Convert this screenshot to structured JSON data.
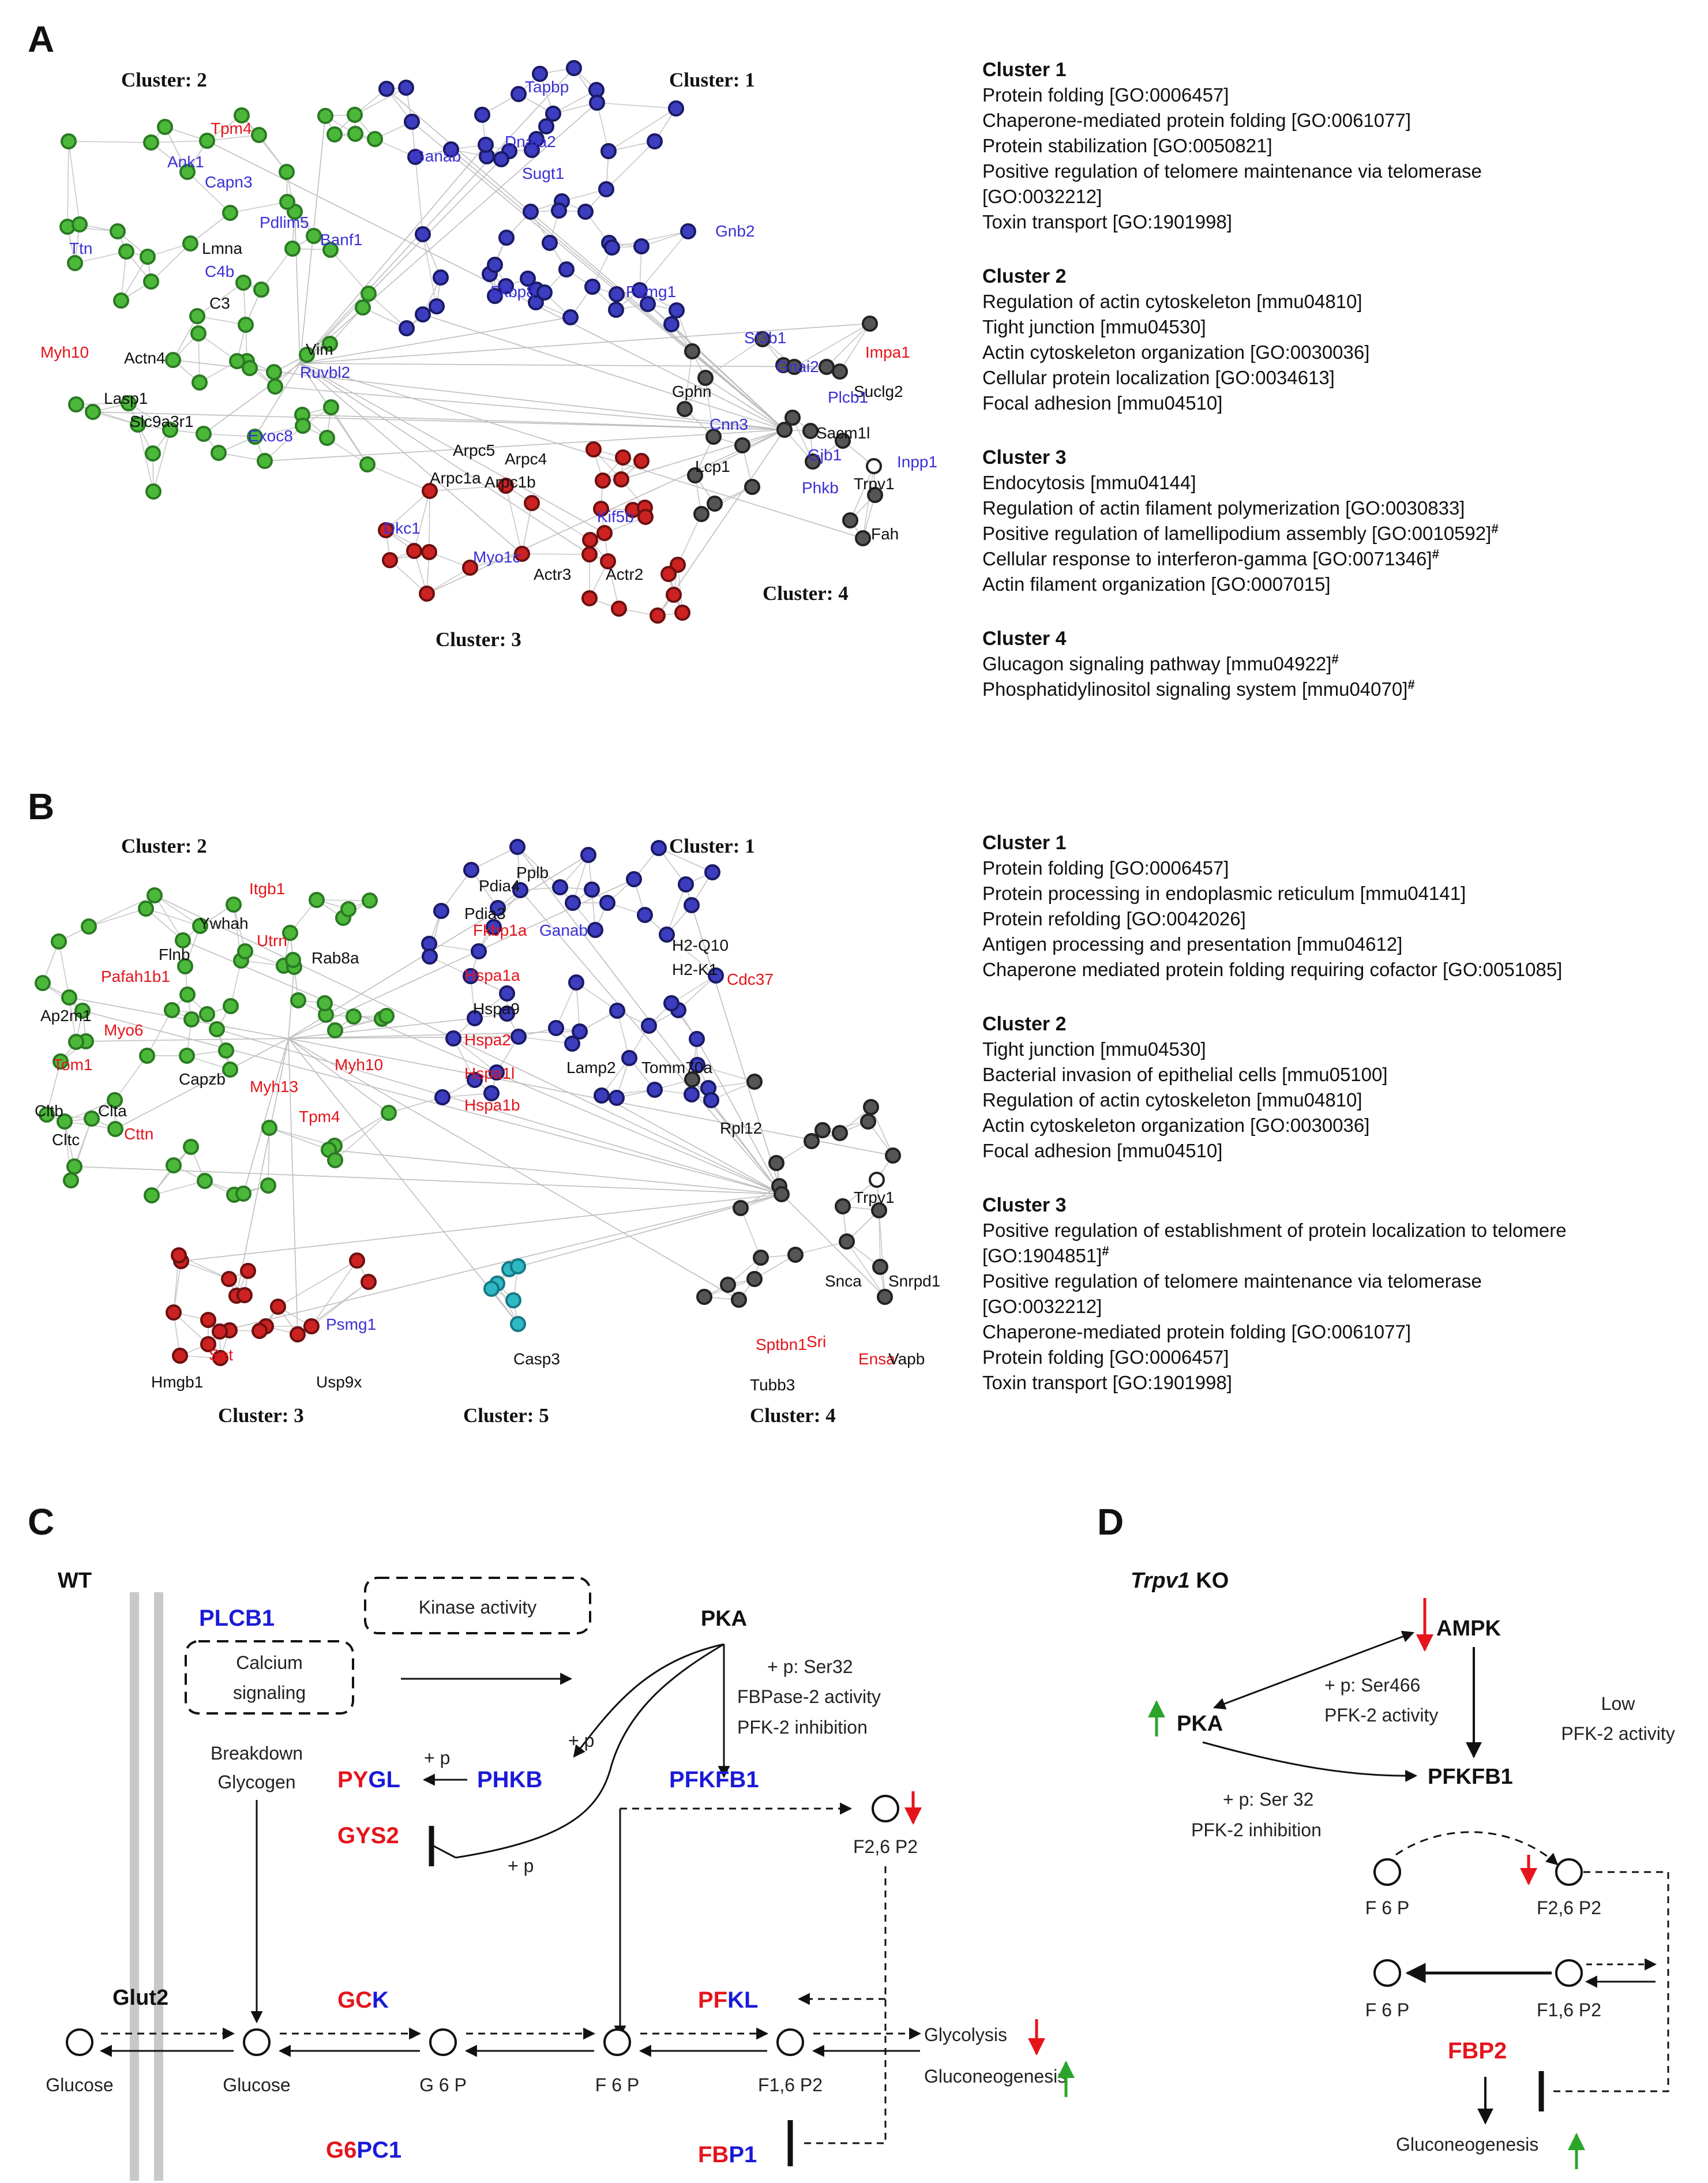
{
  "panels": {
    "A": {
      "label": "A",
      "cluster_titles": [
        "Cluster: 2",
        "Cluster: 1",
        "Cluster: 3",
        "Cluster: 4"
      ],
      "genes": [
        {
          "t": "Tpm4",
          "c": "rd"
        },
        {
          "t": "Ank1",
          "c": "bl"
        },
        {
          "t": "Capn3",
          "c": "bl"
        },
        {
          "t": "Ttn",
          "c": "bl"
        },
        {
          "t": "Banf1",
          "c": "bl"
        },
        {
          "t": "Lmna",
          "c": "bk"
        },
        {
          "t": "Pdlim5",
          "c": "bl"
        },
        {
          "t": "C4b",
          "c": "bl"
        },
        {
          "t": "C3",
          "c": "bk"
        },
        {
          "t": "Myh10",
          "c": "rd"
        },
        {
          "t": "Vim",
          "c": "bk"
        },
        {
          "t": "Actn4",
          "c": "bk"
        },
        {
          "t": "Ruvbl2",
          "c": "bl"
        },
        {
          "t": "Lasp1",
          "c": "bk"
        },
        {
          "t": "Slc9a3r1",
          "c": "bk"
        },
        {
          "t": "Exoc8",
          "c": "bl"
        },
        {
          "t": "Tapbp",
          "c": "bl"
        },
        {
          "t": "Ganab",
          "c": "bl"
        },
        {
          "t": "Dnaja2",
          "c": "bl"
        },
        {
          "t": "Sugt1",
          "c": "bl"
        },
        {
          "t": "Gnb2",
          "c": "bl"
        },
        {
          "t": "Fkbp8",
          "c": "bl"
        },
        {
          "t": "Psmg1",
          "c": "bl"
        },
        {
          "t": "Sf3b1",
          "c": "bl"
        },
        {
          "t": "Gnai2",
          "c": "bl"
        },
        {
          "t": "Impa1",
          "c": "rd"
        },
        {
          "t": "Gphn",
          "c": "bk"
        },
        {
          "t": "Suclg2",
          "c": "bk"
        },
        {
          "t": "Cnn3",
          "c": "bl"
        },
        {
          "t": "Plcb1",
          "c": "bl"
        },
        {
          "t": "Sacm1l",
          "c": "bk"
        },
        {
          "t": "Gjb1",
          "c": "bl"
        },
        {
          "t": "Inpp1",
          "c": "bl"
        },
        {
          "t": "Lcp1",
          "c": "bk"
        },
        {
          "t": "Trpv1",
          "c": "bk"
        },
        {
          "t": "Phkb",
          "c": "bl"
        },
        {
          "t": "Fah",
          "c": "bk"
        },
        {
          "t": "Arpc5",
          "c": "bk"
        },
        {
          "t": "Arpc4",
          "c": "bk"
        },
        {
          "t": "Arpc1a",
          "c": "bk"
        },
        {
          "t": "Arpc1b",
          "c": "bk"
        },
        {
          "t": "Dkc1",
          "c": "bl"
        },
        {
          "t": "Kif5b",
          "c": "bl"
        },
        {
          "t": "Myo1c",
          "c": "bl"
        },
        {
          "t": "Actr3",
          "c": "bk"
        },
        {
          "t": "Actr2",
          "c": "bk"
        }
      ],
      "enrichment": [
        {
          "title": "Cluster 1",
          "terms": [
            "Protein folding [GO:0006457]",
            "Chaperone-mediated protein folding [GO:0061077]",
            "Protein stabilization [GO:0050821]",
            "Positive regulation of telomere maintenance via telomerase",
            "[GO:0032212]",
            "Toxin transport [GO:1901998]"
          ]
        },
        {
          "title": "Cluster 2",
          "terms": [
            "Regulation of actin cytoskeleton [mmu04810]",
            "Tight junction [mmu04530]",
            "Actin cytoskeleton organization [GO:0030036]",
            "Cellular protein localization [GO:0034613]",
            "Focal adhesion [mmu04510]"
          ]
        },
        {
          "title": "Cluster 3",
          "terms": [
            "Endocytosis [mmu04144]",
            "Regulation of actin filament polymerization [GO:0030833]",
            "Positive regulation of lamellipodium assembly [GO:0010592]#",
            "Cellular response to interferon-gamma [GO:0071346]#",
            "Actin filament organization [GO:0007015]"
          ]
        },
        {
          "title": "Cluster 4",
          "terms": [
            "Glucagon signaling pathway [mmu04922]#",
            "Phosphatidylinositol signaling system [mmu04070]#"
          ]
        }
      ]
    },
    "B": {
      "label": "B",
      "cluster_titles": [
        "Cluster: 2",
        "Cluster: 1",
        "Cluster: 3",
        "Cluster: 5",
        "Cluster: 4"
      ],
      "genes": [
        {
          "t": "Itgb1",
          "c": "rd"
        },
        {
          "t": "Ywhah",
          "c": "bk"
        },
        {
          "t": "Utrn",
          "c": "rd"
        },
        {
          "t": "Flnb",
          "c": "bk"
        },
        {
          "t": "Rab8a",
          "c": "bk"
        },
        {
          "t": "Pafah1b1",
          "c": "rd"
        },
        {
          "t": "Ap2m1",
          "c": "bk"
        },
        {
          "t": "Myo6",
          "c": "rd"
        },
        {
          "t": "Tom1",
          "c": "rd"
        },
        {
          "t": "Capzb",
          "c": "bk"
        },
        {
          "t": "Myh10",
          "c": "rd"
        },
        {
          "t": "Myh13",
          "c": "rd"
        },
        {
          "t": "Cltb",
          "c": "bk"
        },
        {
          "t": "Clta",
          "c": "bk"
        },
        {
          "t": "Tpm4",
          "c": "rd"
        },
        {
          "t": "Cttn",
          "c": "rd"
        },
        {
          "t": "Cltc",
          "c": "bk"
        },
        {
          "t": "Pdia4",
          "c": "bk"
        },
        {
          "t": "Pplb",
          "c": "bk"
        },
        {
          "t": "Pdia3",
          "c": "bk"
        },
        {
          "t": "Fkbp1a",
          "c": "rd"
        },
        {
          "t": "Ganab",
          "c": "bl"
        },
        {
          "t": "H2-Q10",
          "c": "bk"
        },
        {
          "t": "H2-K1",
          "c": "bk"
        },
        {
          "t": "Hspa1a",
          "c": "rd"
        },
        {
          "t": "Cdc37",
          "c": "rd"
        },
        {
          "t": "Hspa9",
          "c": "bk"
        },
        {
          "t": "Hspa2",
          "c": "rd"
        },
        {
          "t": "Hspa1l",
          "c": "rd"
        },
        {
          "t": "Lamp2",
          "c": "bk"
        },
        {
          "t": "Tomm70a",
          "c": "bk"
        },
        {
          "t": "Hspa1b",
          "c": "rd"
        },
        {
          "t": "Rpl12",
          "c": "bk"
        },
        {
          "t": "Trpv1",
          "c": "bk"
        },
        {
          "t": "Snca",
          "c": "bk"
        },
        {
          "t": "Snrpd1",
          "c": "bk"
        },
        {
          "t": "Sptbn1",
          "c": "rd"
        },
        {
          "t": "Sri",
          "c": "rd"
        },
        {
          "t": "Ensa",
          "c": "rd"
        },
        {
          "t": "Vapb",
          "c": "bk"
        },
        {
          "t": "Tubb3",
          "c": "bk"
        },
        {
          "t": "Psmg1",
          "c": "bl"
        },
        {
          "t": "Set",
          "c": "rd"
        },
        {
          "t": "Hmgb1",
          "c": "bk"
        },
        {
          "t": "Usp9x",
          "c": "bk"
        },
        {
          "t": "Casp3",
          "c": "bk"
        }
      ],
      "enrichment": [
        {
          "title": "Cluster 1",
          "terms": [
            "Protein folding [GO:0006457]",
            "Protein processing in endoplasmic reticulum [mmu04141]",
            "Protein refolding [GO:0042026]",
            "Antigen processing and presentation [mmu04612]",
            "Chaperone mediated protein folding requiring cofactor [GO:0051085]"
          ]
        },
        {
          "title": "Cluster 2",
          "terms": [
            "Tight junction [mmu04530]",
            "Bacterial invasion of epithelial cells [mmu05100]",
            "Regulation of actin cytoskeleton [mmu04810]",
            "Actin cytoskeleton organization [GO:0030036]",
            "Focal adhesion [mmu04510]"
          ]
        },
        {
          "title": "Cluster 3",
          "terms": [
            "Positive regulation of establishment of  protein localization to telomere",
            "[GO:1904851]#",
            "Positive regulation of telomere maintenance via telomerase",
            "[GO:0032212]",
            "Chaperone-mediated protein folding [GO:0061077]",
            "Protein folding [GO:0006457]",
            "Toxin transport [GO:1901998]"
          ]
        }
      ]
    },
    "C": {
      "label": "C",
      "wt": "WT",
      "genes": {
        "plcb1": "PLCB1",
        "phkb": "PHKB",
        "pfkfb1": "PFKFB1",
        "pygl": [
          "PY",
          "GL"
        ],
        "gys2": "GYS2",
        "gck": [
          "GCK"
        ],
        "pfkl": [
          "PF",
          "KL"
        ],
        "g6pc1": [
          "G6",
          "PC1"
        ],
        "fbp1": [
          "FB",
          "P1"
        ]
      },
      "boxes": {
        "kinase": "Kinase activity",
        "calcium1": "Calcium",
        "calcium2": "signaling"
      },
      "pka": "PKA",
      "annot": {
        "p1": "+ p: Ser32",
        "p2": "FBPase-2 activity",
        "p3": "PFK-2 inhibition",
        "plus_p": "+ p",
        "plus_p2": "+ p",
        "plus_p3": "+ p"
      },
      "breakdown": [
        "Breakdown",
        "Glycogen"
      ],
      "glut2": "Glut2",
      "metabolites": {
        "glucose1": "Glucose",
        "glucose2": "Glucose",
        "g6p": "G 6 P",
        "f6p": "F 6 P",
        "f16p2": "F1,6 P2",
        "f26p2": "F2,6 P2"
      },
      "outcomes": {
        "glycolysis": "Glycolysis",
        "gluconeogenesis": "Gluconeogenesis"
      }
    },
    "D": {
      "label": "D",
      "genotype": [
        "Trpv1",
        " KO"
      ],
      "nodes": {
        "ampk": "AMPK",
        "pka": "PKA",
        "pfkfb1": "PFKFB1",
        "fbp2": "FBP2"
      },
      "annot": {
        "ser466": "+ p: Ser466",
        "pfk2act": "PFK-2 activity",
        "low1": "Low",
        "low2": "PFK-2 activity",
        "ser32": "+ p: Ser 32",
        "pfk2inh": "PFK-2 inhibition"
      },
      "metabolites": {
        "f6p1": "F 6 P",
        "f26p2": "F2,6 P2",
        "f6p2": "F 6 P",
        "f16p2": "F1,6 P2"
      },
      "outcome": "Gluconeogenesis"
    }
  },
  "colors": {
    "cluster1": "#3d3dbf",
    "cluster2": "#4cb83a",
    "cluster3": "#cc2222",
    "cluster4": "#555555",
    "cluster5": "#2fb7c4",
    "blue_text": "#3a2fd6",
    "red_text": "#e5141c",
    "up_arrow": "#2aa52a",
    "down_arrow": "#e5141c"
  }
}
